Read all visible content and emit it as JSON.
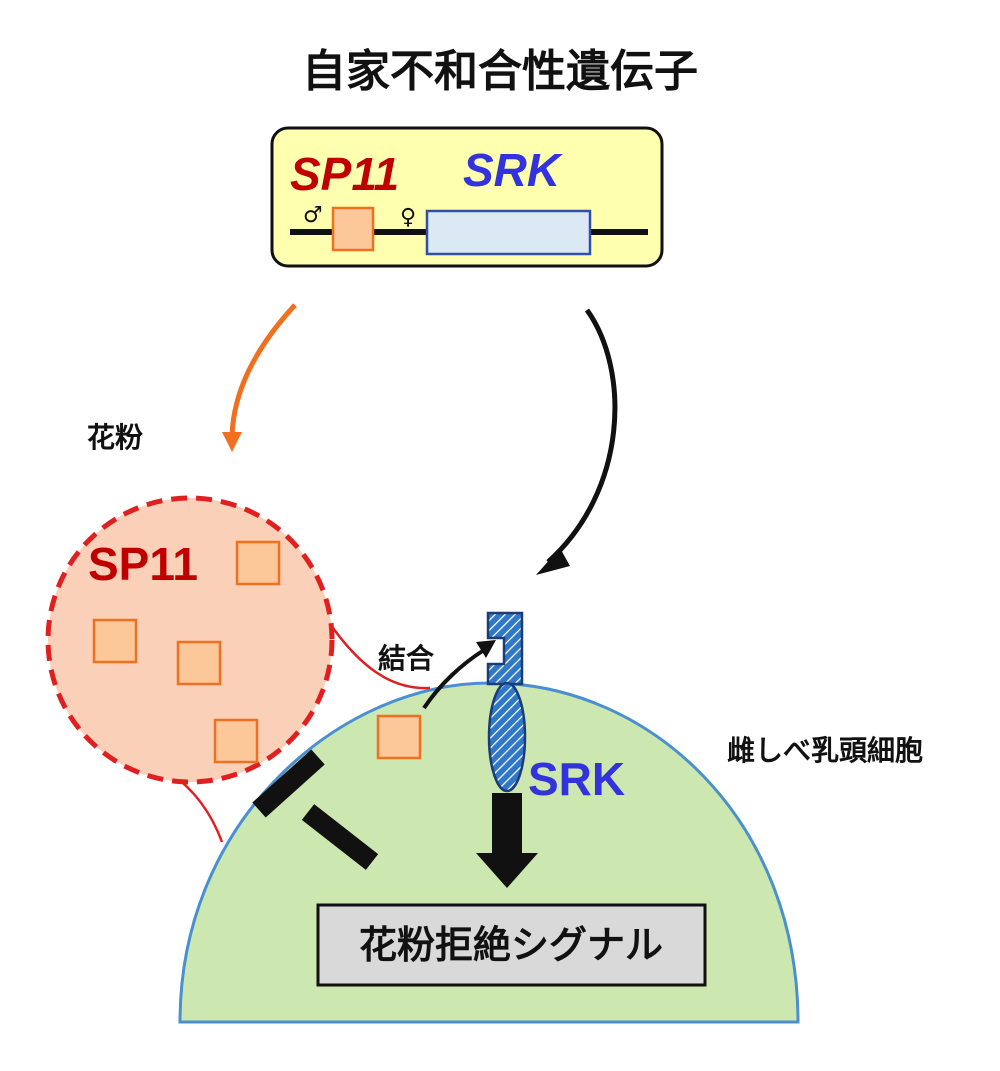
{
  "title": "自家不和合性遺伝子",
  "gene": {
    "sp11": "SP11",
    "srk": "SRK",
    "male_symbol": "♂",
    "female_symbol": "♀",
    "sp11_color": "#c00000",
    "srk_color": "#3333dd"
  },
  "labels": {
    "pollen": "花粉",
    "binding": "結合",
    "papilla": "雌しべ乳頭細胞",
    "receptor": "SRK",
    "pollen_sp11": "SP11",
    "signal": "花粉拒絶シグナル"
  },
  "colors": {
    "gene_box_fill": "#ffffb0",
    "sp11_fill": "#fcc89a",
    "sp11_stroke": "#f07020",
    "srk_fill": "#dbe9f5",
    "srk_stroke": "#2f4fa8",
    "pollen_fill": "#fbd0b8",
    "pollen_stroke": "#e02020",
    "cell_fill": "#cce8b0",
    "cell_stroke": "#4a90d0",
    "receptor_blue": "#2f78c8",
    "arrow_orange": "#f07020",
    "signal_box": "#d9d9d9"
  }
}
